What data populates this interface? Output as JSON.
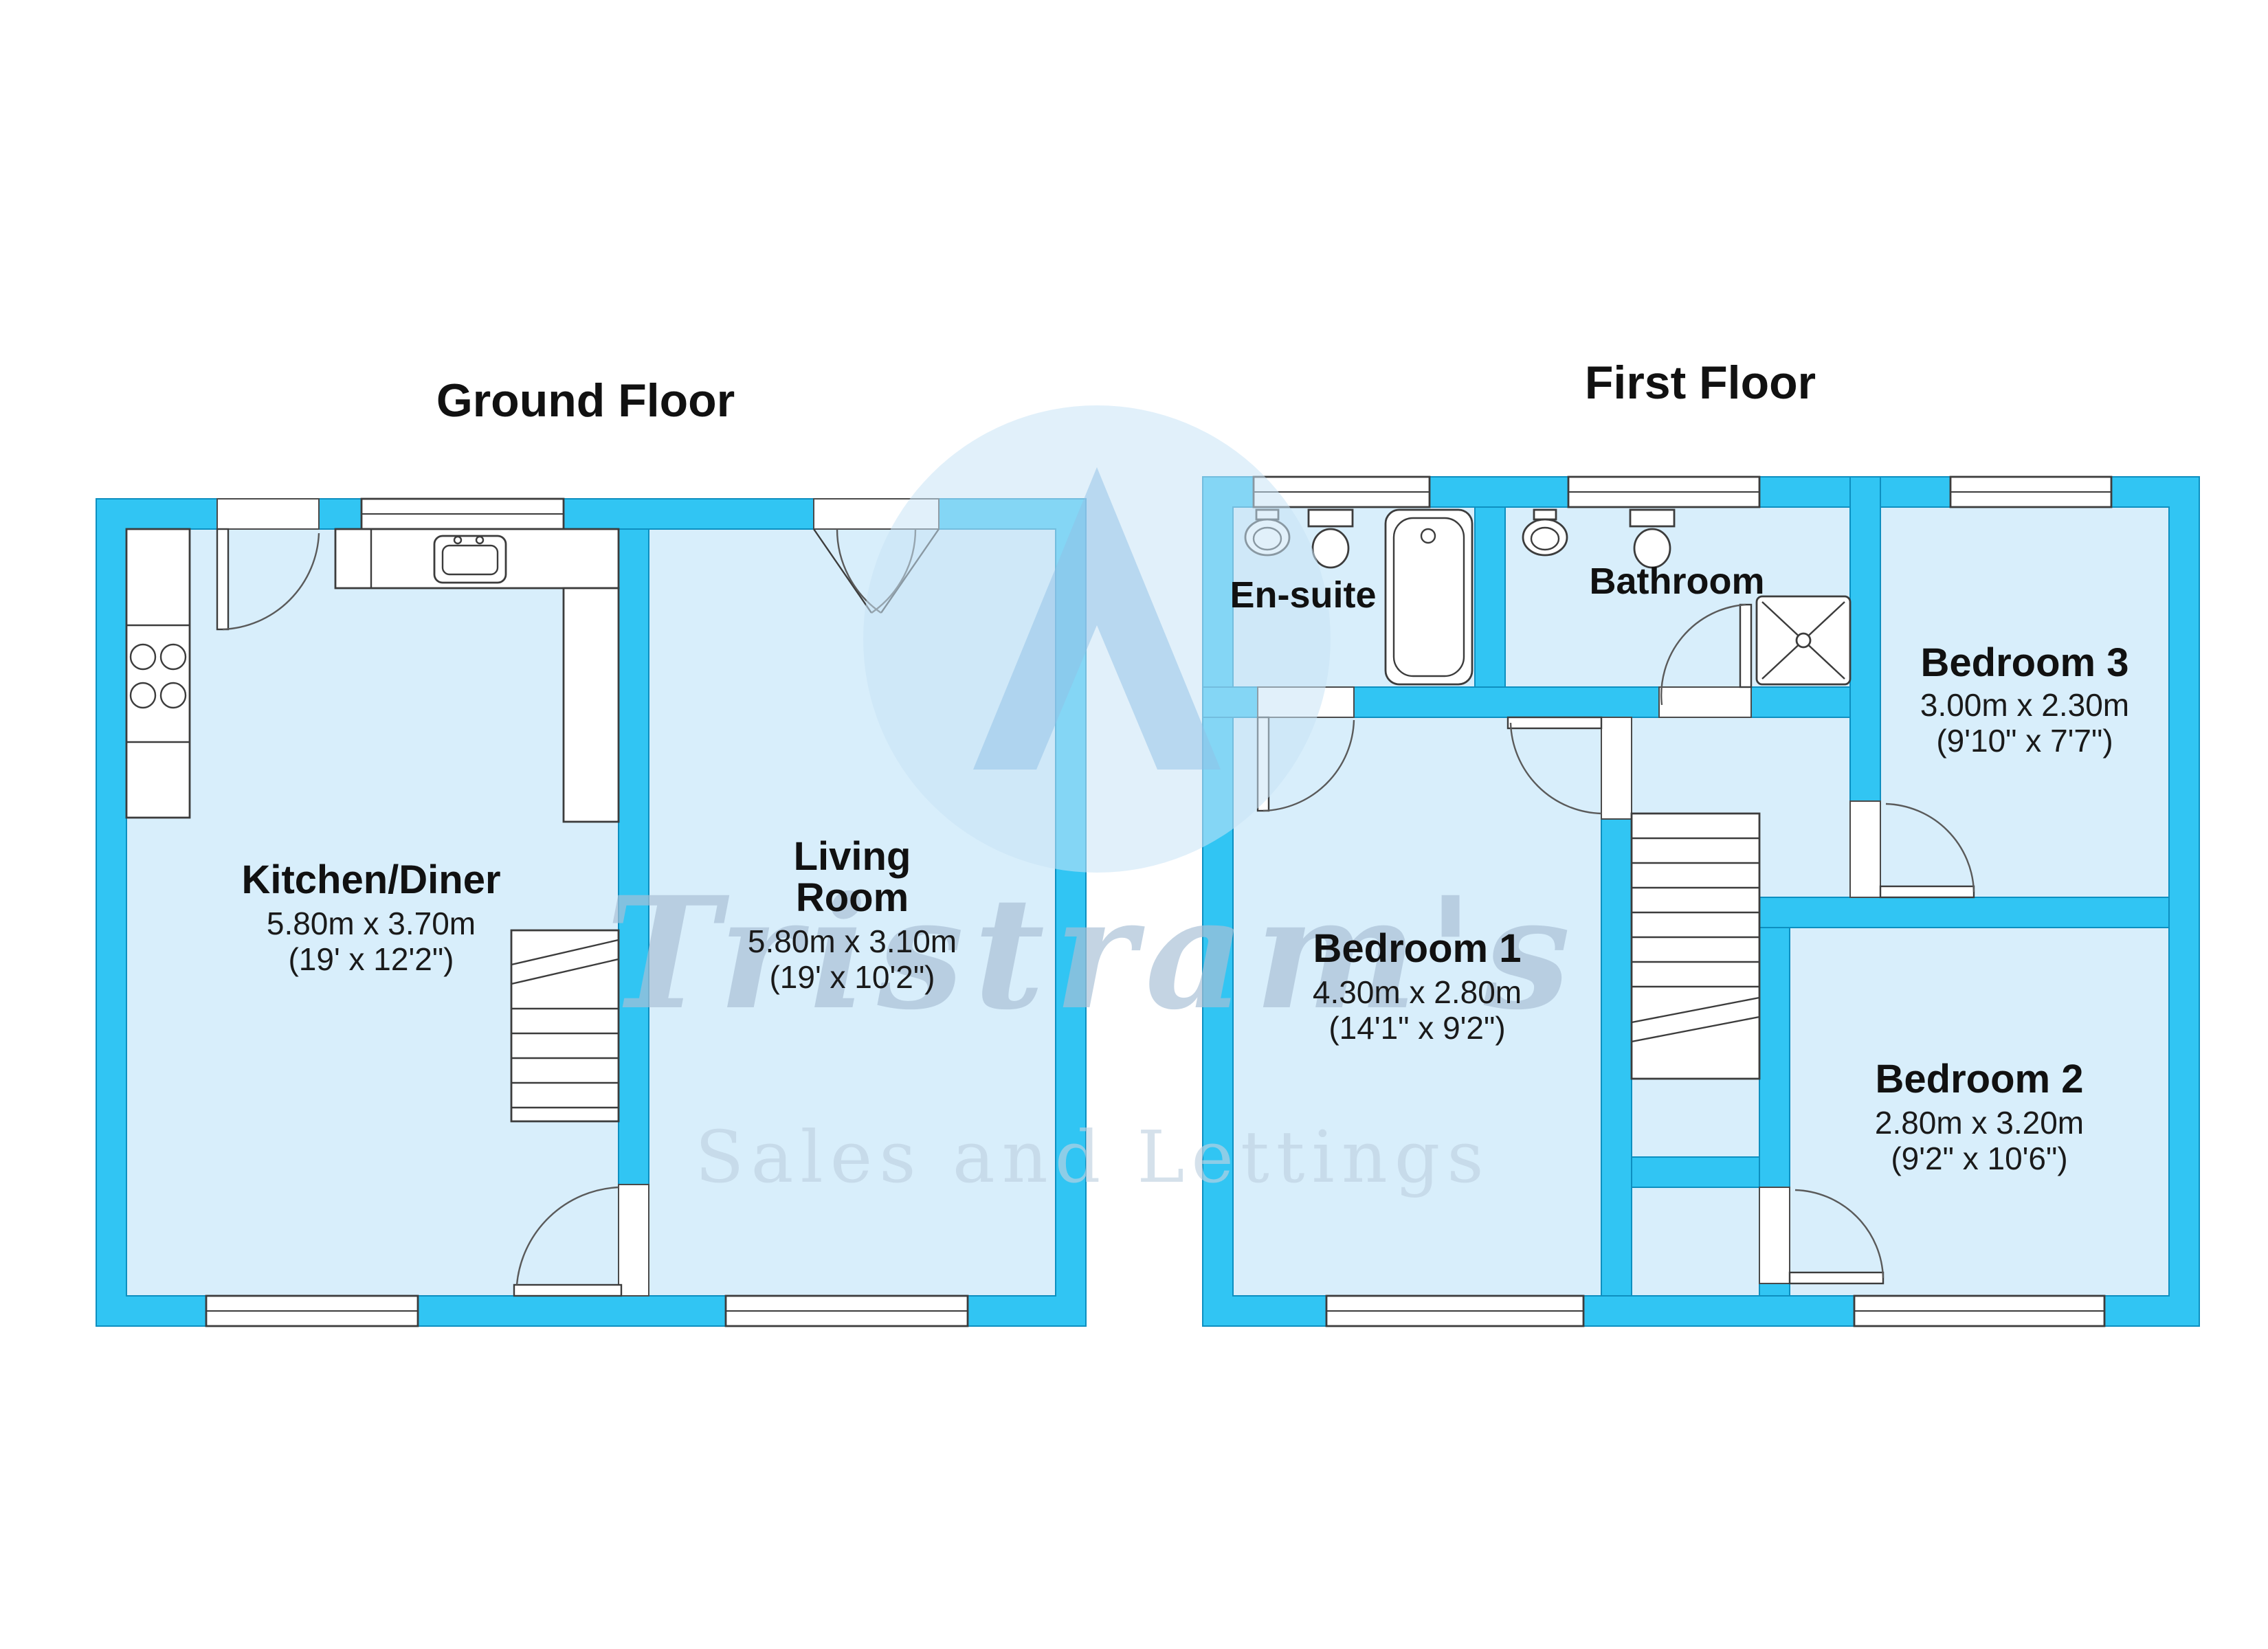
{
  "ground_floor": {
    "title": "Ground Floor",
    "kitchen": {
      "name": "Kitchen/Diner",
      "metric": "5.80m x 3.70m",
      "imperial": "(19' x 12'2\")"
    },
    "living": {
      "name_line1": "Living",
      "name_line2": "Room",
      "metric": "5.80m x 3.10m",
      "imperial": "(19' x 10'2\")"
    }
  },
  "first_floor": {
    "title": "First Floor",
    "ensuite": {
      "name": "En-suite"
    },
    "bathroom": {
      "name": "Bathroom"
    },
    "bedroom1": {
      "name": "Bedroom 1",
      "metric": "4.30m x 2.80m",
      "imperial": "(14'1\" x 9'2\")"
    },
    "bedroom2": {
      "name": "Bedroom 2",
      "metric": "2.80m x 3.20m",
      "imperial": "(9'2\" x 10'6\")"
    },
    "bedroom3": {
      "name": "Bedroom 3",
      "metric": "3.00m x 2.30m",
      "imperial": "(9'10\" x 7'7\")"
    }
  },
  "watermark": {
    "brand": "Tristram's",
    "tagline": "Sales and Lettings"
  },
  "colors": {
    "wall_color": "#31c5f3",
    "wall_edge": "#0d8fc0",
    "room_color": "#d8eefb",
    "wm_light": "#c9e4f6",
    "wm_mid": "#8fc0e6",
    "wm_text": "#a9c0d6",
    "wm_text2": "#bfd2e1"
  }
}
